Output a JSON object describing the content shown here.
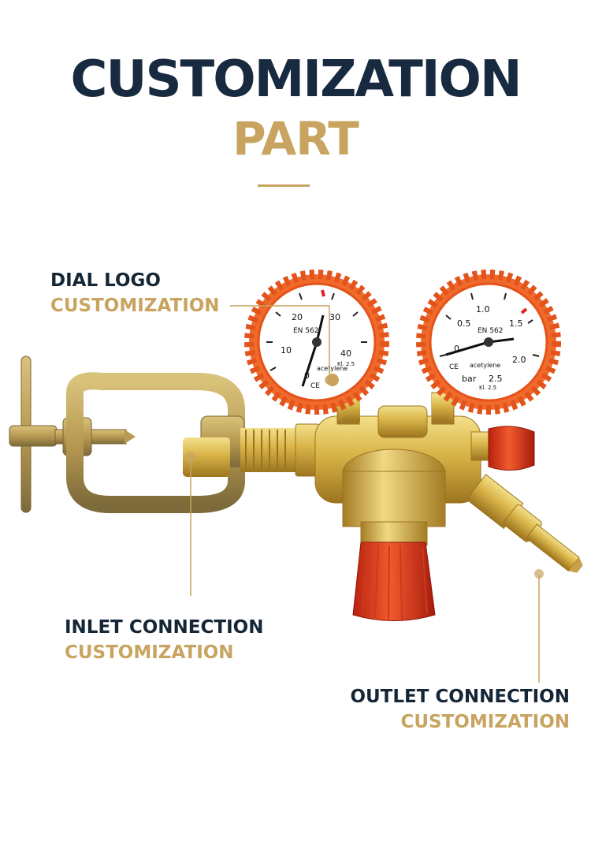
{
  "heading": {
    "line1": "CUSTOMIZATION",
    "line2": "PART",
    "accent_color": "#c8a460",
    "dark_color": "#172a3f"
  },
  "callouts": {
    "dial_logo": {
      "title": "DIAL LOGO",
      "subtitle": "CUSTOMIZATION"
    },
    "inlet": {
      "title": "INLET CONNECTION",
      "subtitle": "CUSTOMIZATION"
    },
    "outlet": {
      "title": "OUTLET CONNECTION",
      "subtitle": "CUSTOMIZATION"
    }
  },
  "left_gauge": {
    "scale": [
      "0",
      "10",
      "20",
      "30",
      "40"
    ],
    "standard": "EN 562",
    "gas": "acetylene",
    "class": "Kl. 2.5",
    "mark": "CE"
  },
  "right_gauge": {
    "scale": [
      "0",
      "0.5",
      "1.0",
      "1.5",
      "2.0",
      "2.5"
    ],
    "standard": "EN 562",
    "gas": "acetylene",
    "unit": "bar",
    "class": "Kl. 2.5",
    "mark": "CE"
  }
}
